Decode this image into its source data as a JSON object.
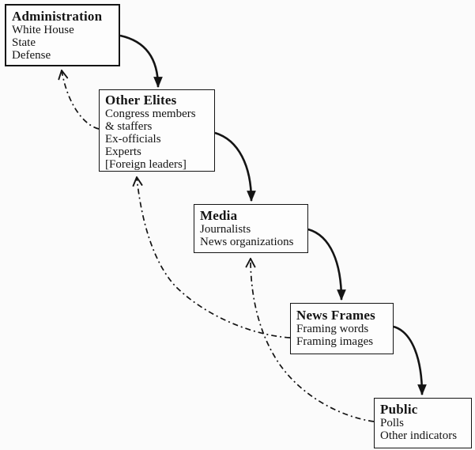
{
  "colors": {
    "ink": "#141414",
    "background": "#fbfbfb",
    "box_fill": "#fdfdfd"
  },
  "boxes": [
    {
      "id": "administration",
      "title": "Administration",
      "items": [
        "White House",
        "State",
        "Defense"
      ]
    },
    {
      "id": "other-elites",
      "title": "Other Elites",
      "items": [
        "Congress members",
        "& staffers",
        "Ex-officials",
        "Experts",
        "[Foreign leaders]"
      ]
    },
    {
      "id": "media",
      "title": "Media",
      "items": [
        "Journalists",
        "News organizations"
      ]
    },
    {
      "id": "news-frames",
      "title": "News Frames",
      "items": [
        "Framing words",
        "Framing images"
      ]
    },
    {
      "id": "public",
      "title": "Public",
      "items": [
        "Polls",
        "Other indicators"
      ]
    }
  ],
  "arrows": {
    "downward_solid": [
      {
        "from": "Administration",
        "to": "Other Elites"
      },
      {
        "from": "Other Elites",
        "to": "Media"
      },
      {
        "from": "Media",
        "to": "News Frames"
      },
      {
        "from": "News Frames",
        "to": "Public"
      }
    ],
    "feedback_dash_dot": [
      {
        "from": "Other Elites",
        "to": "Administration"
      },
      {
        "from": "News Frames",
        "to": "Other Elites"
      },
      {
        "from": "Public",
        "to": "Media"
      }
    ]
  }
}
